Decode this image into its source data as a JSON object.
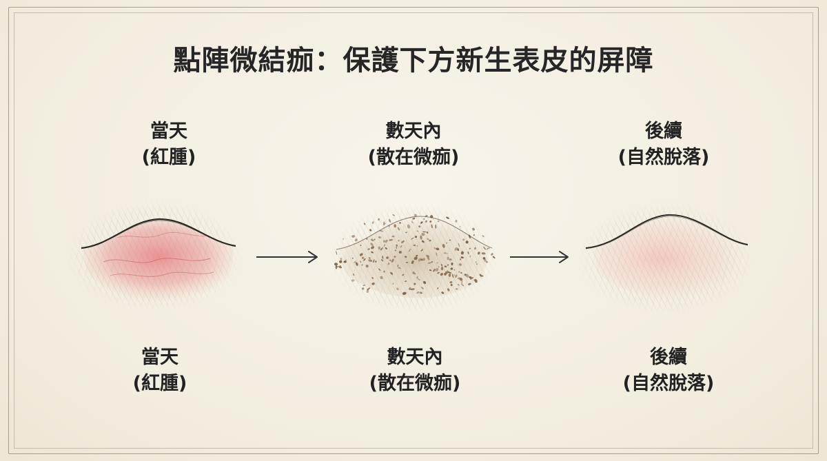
{
  "title": "點陣微結痂：保護下方新生表皮的屏障",
  "stages": [
    {
      "name": "當天",
      "detail": "(紅腫)"
    },
    {
      "name": "數天內",
      "detail": "(散在微痂)"
    },
    {
      "name": "後續",
      "detail": "(自然脫落)"
    }
  ],
  "colors": {
    "redness": "#e06a6e",
    "crust": "#7a5a3c",
    "ink": "#2b2b2b",
    "paper": "#f5f1e6"
  },
  "icons": [
    "right-arrow-icon",
    "right-arrow-icon"
  ]
}
